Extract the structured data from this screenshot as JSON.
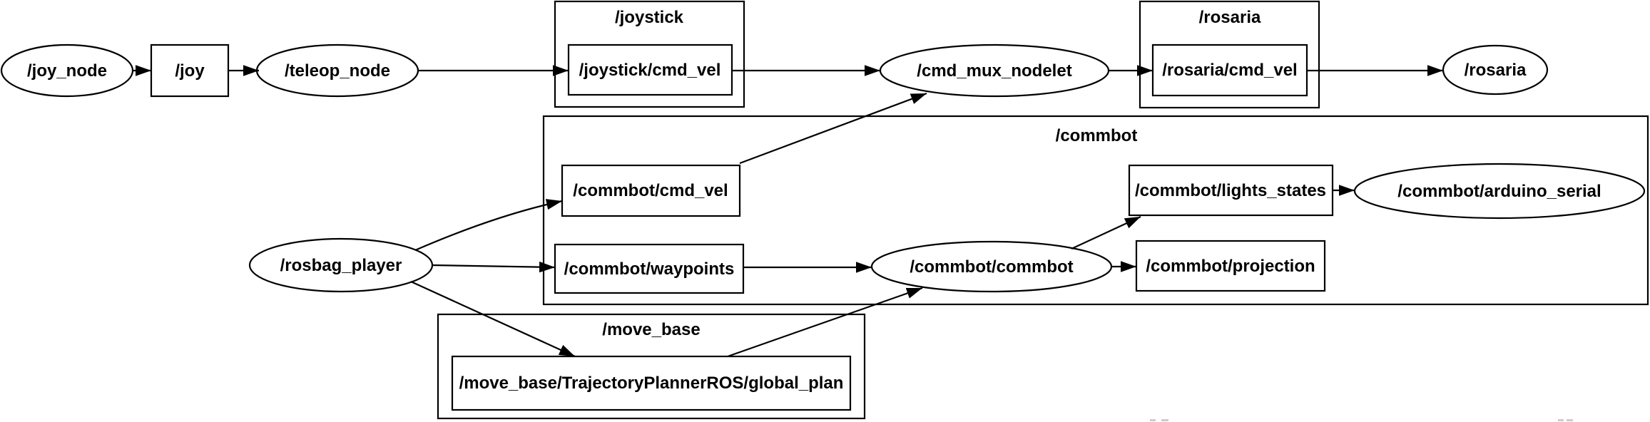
{
  "graph": {
    "background_color": "#ffffff",
    "stroke_color": "#000000",
    "text_color": "#000000",
    "clusters": [
      {
        "label": "/joystick"
      },
      {
        "label": "/rosaria"
      },
      {
        "label": "/commbot"
      },
      {
        "label": "/move_base"
      }
    ],
    "nodes": [
      {
        "id": "joy_node",
        "label": "/joy_node",
        "shape": "ellipse",
        "kind": "ros-node"
      },
      {
        "id": "joy",
        "label": "/joy",
        "shape": "box",
        "kind": "ros-topic"
      },
      {
        "id": "teleop_node",
        "label": "/teleop_node",
        "shape": "ellipse",
        "kind": "ros-node"
      },
      {
        "id": "joystick_cmd_vel",
        "label": "/joystick/cmd_vel",
        "shape": "box",
        "kind": "ros-topic",
        "cluster": "/joystick"
      },
      {
        "id": "cmd_mux_nodelet",
        "label": "/cmd_mux_nodelet",
        "shape": "ellipse",
        "kind": "ros-node"
      },
      {
        "id": "rosaria_cmd_vel",
        "label": "/rosaria/cmd_vel",
        "shape": "box",
        "kind": "ros-topic",
        "cluster": "/rosaria"
      },
      {
        "id": "rosaria",
        "label": "/rosaria",
        "shape": "ellipse",
        "kind": "ros-node"
      },
      {
        "id": "commbot_cmd_vel",
        "label": "/commbot/cmd_vel",
        "shape": "box",
        "kind": "ros-topic",
        "cluster": "/commbot"
      },
      {
        "id": "commbot_waypoints",
        "label": "/commbot/waypoints",
        "shape": "box",
        "kind": "ros-topic",
        "cluster": "/commbot"
      },
      {
        "id": "commbot_commbot",
        "label": "/commbot/commbot",
        "shape": "ellipse",
        "kind": "ros-node",
        "cluster": "/commbot"
      },
      {
        "id": "commbot_lights_states",
        "label": "/commbot/lights_states",
        "shape": "box",
        "kind": "ros-topic",
        "cluster": "/commbot"
      },
      {
        "id": "commbot_arduino_serial",
        "label": "/commbot/arduino_serial",
        "shape": "ellipse",
        "kind": "ros-node",
        "cluster": "/commbot"
      },
      {
        "id": "commbot_projection",
        "label": "/commbot/projection",
        "shape": "box",
        "kind": "ros-topic",
        "cluster": "/commbot"
      },
      {
        "id": "rosbag_player",
        "label": "/rosbag_player",
        "shape": "ellipse",
        "kind": "ros-node"
      },
      {
        "id": "move_base_global_plan",
        "label": "/move_base/TrajectoryPlannerROS/global_plan",
        "shape": "box",
        "kind": "ros-topic",
        "cluster": "/move_base"
      }
    ],
    "edges": [
      {
        "from": "/joy_node",
        "to": "/joy"
      },
      {
        "from": "/joy",
        "to": "/teleop_node"
      },
      {
        "from": "/teleop_node",
        "to": "/joystick/cmd_vel"
      },
      {
        "from": "/joystick/cmd_vel",
        "to": "/cmd_mux_nodelet"
      },
      {
        "from": "/cmd_mux_nodelet",
        "to": "/rosaria/cmd_vel"
      },
      {
        "from": "/rosaria/cmd_vel",
        "to": "/rosaria"
      },
      {
        "from": "/commbot/cmd_vel",
        "to": "/cmd_mux_nodelet"
      },
      {
        "from": "/rosbag_player",
        "to": "/commbot/cmd_vel"
      },
      {
        "from": "/rosbag_player",
        "to": "/commbot/waypoints"
      },
      {
        "from": "/rosbag_player",
        "to": "/move_base/TrajectoryPlannerROS/global_plan"
      },
      {
        "from": "/move_base/TrajectoryPlannerROS/global_plan",
        "to": "/commbot/commbot"
      },
      {
        "from": "/commbot/waypoints",
        "to": "/commbot/commbot"
      },
      {
        "from": "/commbot/commbot",
        "to": "/commbot/lights_states"
      },
      {
        "from": "/commbot/commbot",
        "to": "/commbot/projection"
      },
      {
        "from": "/commbot/lights_states",
        "to": "/commbot/arduino_serial"
      }
    ]
  }
}
